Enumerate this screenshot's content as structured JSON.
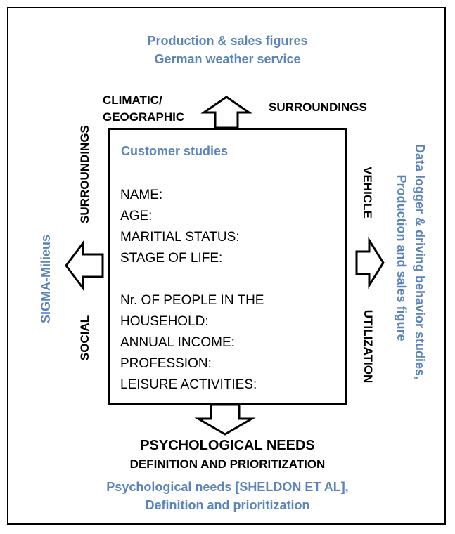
{
  "top_sources": [
    "Production & sales figures",
    "German weather service"
  ],
  "climatic_label": [
    "CLIMATIC/",
    "GEOGRAPHIC"
  ],
  "surroundings_top": "SURROUNDINGS",
  "surroundings_left": "SURROUNDINGS",
  "social_label": "SOCIAL",
  "sigma_label": "SIGMA-Milieus",
  "vehicle_label": "VEHICLE",
  "utilization_label": "UTILIZATION",
  "right_sources": [
    "Data logger & driving behavior studies,",
    "Production and sales figure"
  ],
  "customer_box": {
    "title": "Customer studies",
    "fields": [
      "NAME:",
      "AGE:",
      "MARITIAL STATUS:",
      "STAGE OF LIFE:",
      "",
      "Nr. OF PEOPLE IN THE",
      "HOUSEHOLD:",
      "ANNUAL INCOME:",
      "PROFESSION:",
      "LEISURE ACTIVITIES:"
    ]
  },
  "psych": {
    "title": "PSYCHOLOGICAL NEEDS",
    "subtitle": "DEFINITION AND PRIORITIZATION",
    "sources": [
      "Psychological needs [SHELDON ET AL],",
      "Definition and prioritization"
    ]
  },
  "colors": {
    "source_text": "#5b84b8",
    "text": "#000000",
    "frame": "#000000"
  },
  "arrows": [
    "up-arrow",
    "left-arrow",
    "right-arrow",
    "down-arrow"
  ]
}
